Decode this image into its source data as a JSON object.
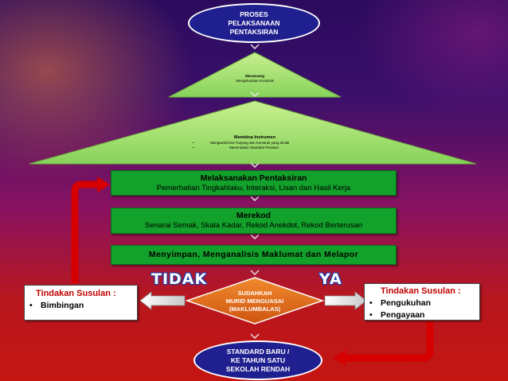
{
  "top_oval": {
    "lines": [
      "PROSES",
      "PELAKSANAAN",
      "PENTAKSIRAN"
    ]
  },
  "triangle1": {
    "title": "Merancang",
    "subtitle": "Mengeluarkan Konstruk"
  },
  "triangle2": {
    "title": "Membina Instrumen",
    "bullets": [
      "Mengambil kira Tunjang dan Konstruk yang dinilai",
      "Menentukan Standard Prestasi"
    ]
  },
  "box1": {
    "title": "Melaksanakan Pentaksiran",
    "subtitle": "Pemerhatian Tingkahlaku, Interaksi, Lisan  dan  Hasil Kerja"
  },
  "box2": {
    "title": "Merekod",
    "subtitle": "Senarai Semak, Skala Kadar, Rekod Anekdot, Rekod Berterusan"
  },
  "box3": {
    "title": "Menyimpan,  Menganalisis  Maklumat  dan  Melapor"
  },
  "decision": {
    "lines": [
      "SUDAHKAH",
      "MURID MENGUASAI",
      "(MAKLUMBALAS)"
    ]
  },
  "no_label": "TIDAK",
  "yes_label": "YA",
  "left_box": {
    "title": "Tindakan Susulan :",
    "items": [
      "Bimbingan"
    ]
  },
  "right_box": {
    "title": "Tindakan Susulan :",
    "items": [
      "Pengukuhan",
      "Pengayaan"
    ]
  },
  "bottom_oval": {
    "lines": [
      "STANDARD BARU /",
      "KE TAHUN SATU",
      "SEKOLAH RENDAH"
    ]
  },
  "colors": {
    "box_green": "#12a12a",
    "triangle_green": "#9be06a",
    "oval_blue": "#1f1f8f",
    "decision_orange": "#e2691a",
    "arrow_red": "#d60000",
    "title_red": "#c00000"
  }
}
